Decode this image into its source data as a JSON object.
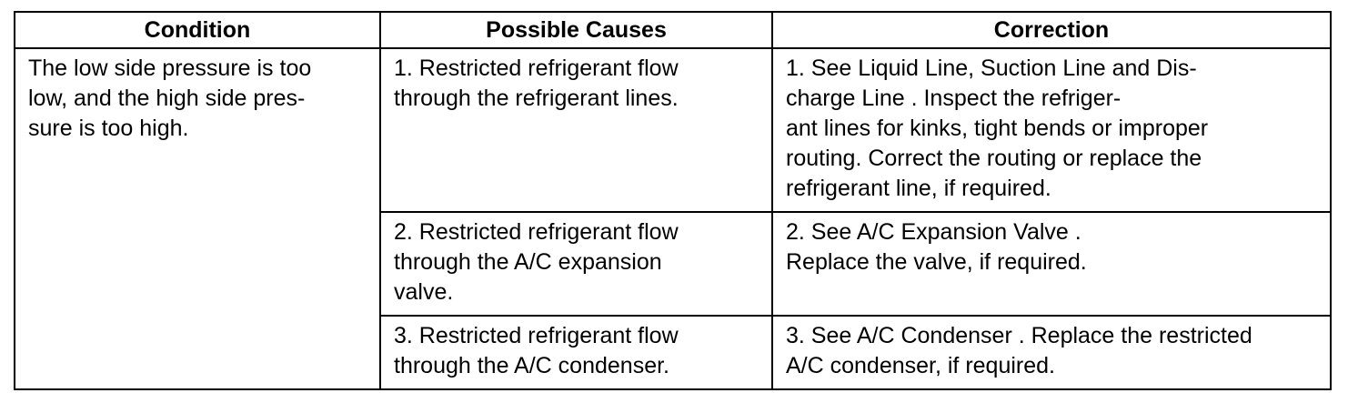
{
  "headers": {
    "condition": "Condition",
    "causes": "Possible Causes",
    "correction": "Correction"
  },
  "condition": {
    "lines": [
      "The low side pressure is too",
      "low, and the high side pres-",
      "sure is too high."
    ]
  },
  "rows": [
    {
      "cause": [
        "1. Restricted refrigerant flow",
        "through the refrigerant lines."
      ],
      "correction": [
        "1. See Liquid Line, Suction Line and Dis-",
        "charge Line . Inspect the refriger-",
        "ant lines for kinks, tight bends or improper",
        "routing. Correct the routing or replace the",
        "refrigerant line, if required."
      ]
    },
    {
      "cause": [
        "2. Restricted refrigerant flow",
        "through the A/C expansion",
        "valve."
      ],
      "correction": [
        "2. See A/C Expansion Valve .",
        "Replace the valve, if required."
      ]
    },
    {
      "cause": [
        "3. Restricted refrigerant flow",
        "through the A/C condenser."
      ],
      "correction": [
        "3. See A/C Condenser . Replace the restricted",
        "A/C condenser, if required."
      ]
    }
  ]
}
